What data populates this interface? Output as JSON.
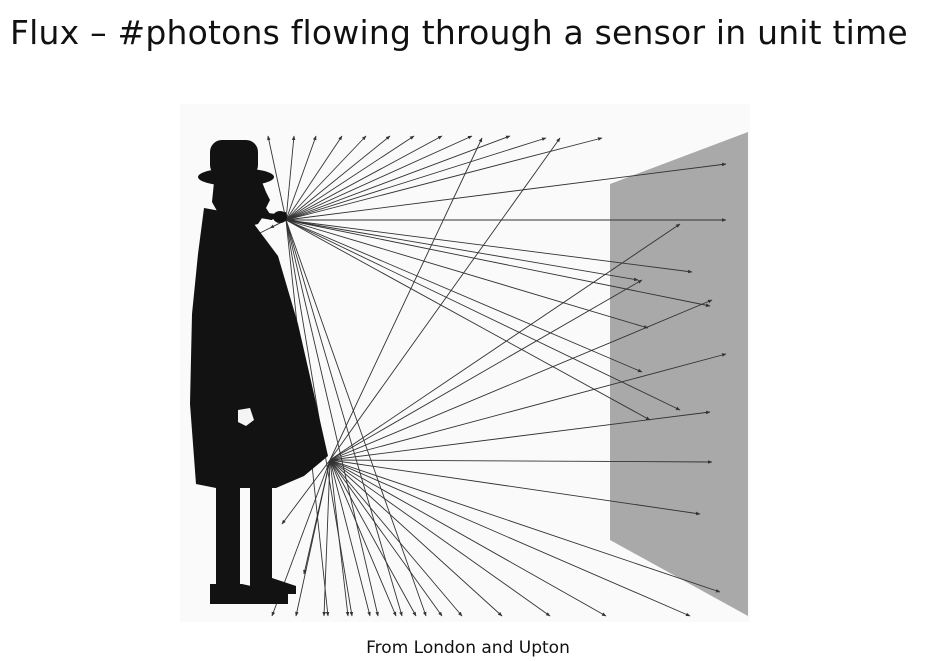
{
  "slide": {
    "title": "Flux – #photons flowing through a sensor in unit time",
    "caption": "From London and Upton"
  },
  "figure": {
    "subjects": [
      "man-with-hat-silhouette",
      "light-rays",
      "sensor-plane"
    ],
    "colors": {
      "silhouette": "#121212",
      "ray": "#333333",
      "sensor_plane": "#a9a9a9",
      "background": "#fafafa"
    }
  }
}
